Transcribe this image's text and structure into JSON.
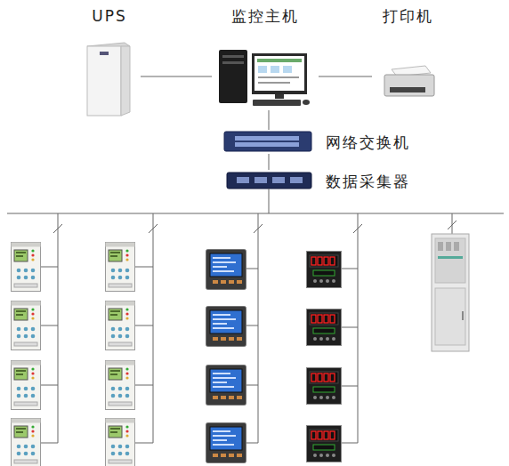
{
  "diagram": {
    "nodes": [
      {
        "text": [
          "UPS"
        ]
      },
      {
        "text": [
          "监控主机"
        ]
      },
      {
        "text": [
          "打印机"
        ]
      },
      {
        "text": [
          "网络交换机"
        ]
      },
      {
        "text": [
          "数据采集器"
        ]
      }
    ],
    "edges": [
      {
        "from": 0,
        "to": 1,
        "arrow": "none"
      },
      {
        "from": 1,
        "to": 2,
        "arrow": "none"
      },
      {
        "from": 1,
        "to": 3,
        "arrow": "none"
      },
      {
        "from": 3,
        "to": 4,
        "arrow": "none"
      }
    ]
  }
}
